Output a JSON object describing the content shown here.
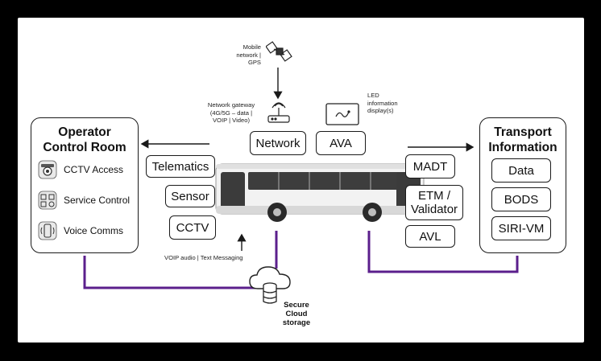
{
  "operator": {
    "title_line1": "Operator",
    "title_line2": "Control Room",
    "items": [
      {
        "label": "CCTV Access",
        "icon": "cctv-camera-icon"
      },
      {
        "label": "Service Control",
        "icon": "control-panel-icon"
      },
      {
        "label": "Voice Comms",
        "icon": "phone-voice-icon"
      }
    ]
  },
  "transport": {
    "title_line1": "Transport",
    "title_line2": "Information",
    "items": [
      "Data",
      "BODS",
      "SIRI-VM"
    ]
  },
  "bus_left_boxes": [
    "Telematics",
    "Sensor",
    "CCTV"
  ],
  "bus_top_boxes": [
    "Network",
    "AVA"
  ],
  "bus_right_boxes": {
    "madt": "MADT",
    "etm_line1": "ETM /",
    "etm_line2": "Validator",
    "avl": "AVL"
  },
  "labels": {
    "mobile_line1": "Mobile",
    "mobile_line2": "network | GPS",
    "gateway_line1": "Network gateway",
    "gateway_line2": "(4G/5G – data |",
    "gateway_line3": "VOIP | Video)",
    "led_line1": "LED",
    "led_line2": "information",
    "led_line3": "display(s)",
    "voip": "VOIP audio | Text Messaging",
    "cloud_line1": "Secure",
    "cloud_line2": "Cloud",
    "cloud_line3": "storage"
  },
  "colors": {
    "purple": "#5b1f8c",
    "stroke": "#1a1a1a",
    "background": "#000000",
    "panel": "#ffffff"
  }
}
